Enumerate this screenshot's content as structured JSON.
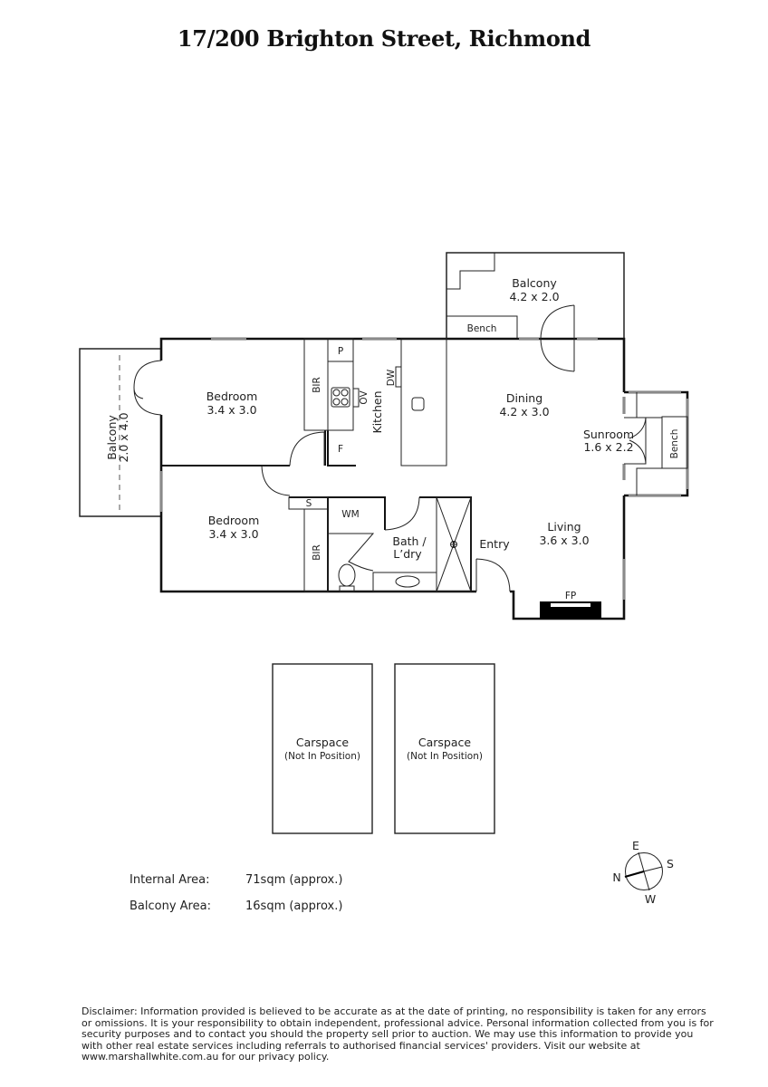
{
  "title": "17/200 Brighton Street, Richmond",
  "rooms": {
    "balcony_top": {
      "name": "Balcony",
      "size": "4.2 x 2.0"
    },
    "balcony_left": {
      "name": "Balcony",
      "size": "2.0 x 4.0"
    },
    "bedroom1": {
      "name": "Bedroom",
      "size": "3.4 x 3.0"
    },
    "bedroom2": {
      "name": "Bedroom",
      "size": "3.4 x 3.0"
    },
    "dining": {
      "name": "Dining",
      "size": "4.2 x 3.0"
    },
    "sunroom": {
      "name": "Sunroom",
      "size": "1.6 x 2.2"
    },
    "living": {
      "name": "Living",
      "size": "3.6 x 3.0"
    },
    "kitchen": {
      "name": "Kitchen"
    },
    "bath": {
      "line1": "Bath /",
      "line2": "L’dry"
    },
    "entry": {
      "name": "Entry"
    }
  },
  "fixtures": {
    "bench_balcony": "Bench",
    "bench_sunroom": "Bench",
    "bir1": "BIR",
    "bir2": "BIR",
    "pantry": "P",
    "fridge": "F",
    "oven": "OV",
    "dishwasher": "DW",
    "storage": "S",
    "washing_machine": "WM",
    "fireplace": "FP"
  },
  "carspaces": [
    {
      "name": "Carspace",
      "note": "(Not In Position)"
    },
    {
      "name": "Carspace",
      "note": "(Not In Position)"
    }
  ],
  "compass": {
    "n": "N",
    "e": "E",
    "s": "S",
    "w": "W"
  },
  "areas": [
    {
      "label": "Internal Area:",
      "value": "71sqm (approx.)"
    },
    {
      "label": "Balcony Area:",
      "value": "16sqm (approx.)"
    }
  ],
  "disclaimer": "Disclaimer: Information provided is believed to be accurate as at the date of printing, no responsibility is taken for any errors or omissions. It is your responsibility to obtain independent, professional advice. Personal information collected from you is for security purposes and to contact you should the property sell prior to auction. We may use this information to provide you with other real estate services including referrals to authorised financial services' providers. Visit our website at www.marshallwhite.com.au for our privacy policy."
}
